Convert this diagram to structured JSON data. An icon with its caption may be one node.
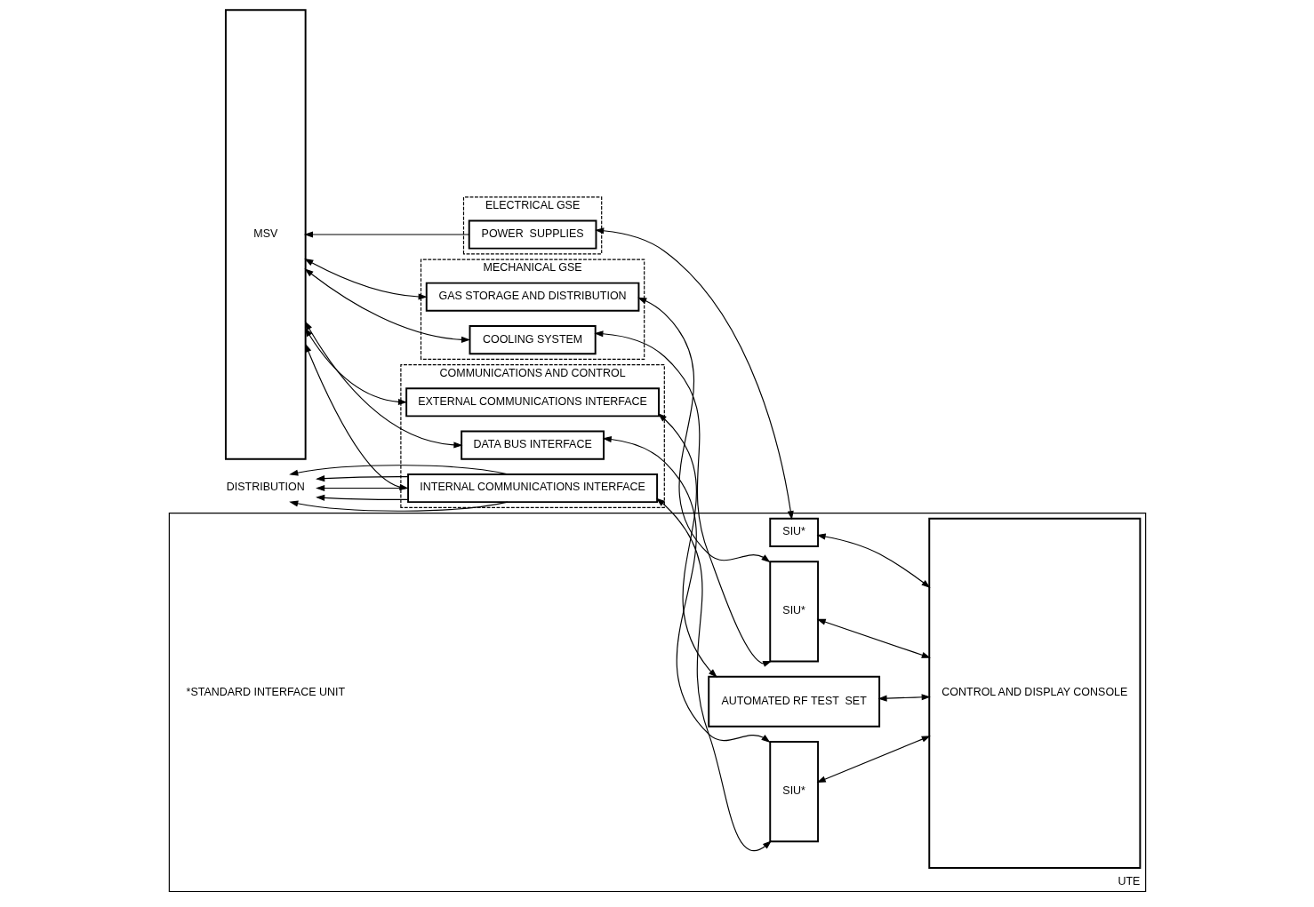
{
  "diagram": {
    "nodes": [
      {
        "text": [
          "MSV"
        ]
      },
      {
        "text": [
          "ELECTRICAL GSE"
        ]
      },
      {
        "text": [
          "POWER  SUPPLIES"
        ],
        "in": 1
      },
      {
        "text": [
          "MECHANICAL GSE"
        ]
      },
      {
        "text": [
          "GAS STORAGE AND DISTRIBUTION"
        ],
        "in": 3
      },
      {
        "text": [
          "COOLING SYSTEM"
        ],
        "in": 3
      },
      {
        "text": [
          "COMMUNICATIONS AND CONTROL"
        ]
      },
      {
        "text": [
          "EXTERNAL COMMUNICATIONS INTERFACE"
        ],
        "in": 6
      },
      {
        "text": [
          "DATA BUS INTERFACE"
        ],
        "in": 6
      },
      {
        "text": [
          "INTERNAL COMMUNICATIONS INTERFACE"
        ],
        "in": 6
      },
      {
        "text": [
          "UTE"
        ]
      },
      {
        "text": [
          "SIU*"
        ],
        "in": 10
      },
      {
        "text": [
          "SIU*"
        ],
        "in": 10
      },
      {
        "text": [
          "AUTOMATED RF TEST  SET"
        ],
        "in": 10
      },
      {
        "text": [
          "SIU*"
        ],
        "in": 10
      },
      {
        "text": [
          "CONTROL AND DISPLAY CONSOLE"
        ],
        "in": 10
      },
      {
        "text": [
          "DISTRIBUTION"
        ]
      }
    ],
    "edges": [
      {
        "from": 2,
        "to": 0,
        "arrow": "to"
      },
      {
        "from": 2,
        "to": 11,
        "arrow": "both"
      },
      {
        "from": 11,
        "to": 15,
        "arrow": "both"
      },
      {
        "from": 0,
        "to": 4,
        "arrow": "both"
      },
      {
        "from": 4,
        "to": 12,
        "arrow": "both"
      },
      {
        "from": 0,
        "to": 5,
        "arrow": "both"
      },
      {
        "from": 5,
        "to": 12,
        "arrow": "both"
      },
      {
        "from": 12,
        "to": 15,
        "arrow": "both"
      },
      {
        "from": 0,
        "to": 7,
        "arrow": "both"
      },
      {
        "from": 7,
        "to": 13,
        "arrow": "both"
      },
      {
        "from": 13,
        "to": 15,
        "arrow": "both"
      },
      {
        "from": 0,
        "to": 8,
        "arrow": "both"
      },
      {
        "from": 8,
        "to": 14,
        "arrow": "both"
      },
      {
        "from": 0,
        "to": 9,
        "arrow": "both"
      },
      {
        "from": 9,
        "to": 14,
        "arrow": "both"
      },
      {
        "from": 14,
        "to": 15,
        "arrow": "both"
      },
      {
        "from": 9,
        "to": 16,
        "arrow": "to"
      },
      {
        "from": 9,
        "to": 16,
        "arrow": "to"
      },
      {
        "from": 9,
        "to": 16,
        "arrow": "to"
      },
      {
        "from": 9,
        "to": 16,
        "arrow": "to"
      },
      {
        "from": 9,
        "to": 16,
        "arrow": "to"
      }
    ],
    "labels": [
      "*STANDARD INTERFACE UNIT"
    ]
  }
}
